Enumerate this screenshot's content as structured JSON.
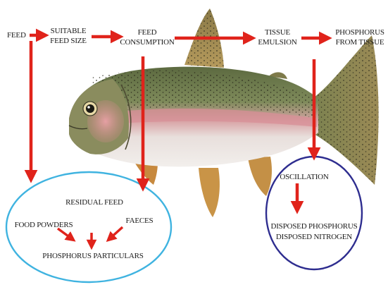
{
  "labels": {
    "feed": "FEED",
    "suitable_feed_size": "SUITABLE\nFEED SIZE",
    "feed_consumption": "FEED\nCONSUMPTION",
    "tissue_emulsion": "TISSUE\nEMULSION",
    "phosphorus_from_tissue": "PHOSPHORUS\nFROM TISSUE",
    "residual_feed": "RESIDUAL FEED",
    "food_powders": "FOOD POWDERS",
    "faeces": "FAECES",
    "phosphorus_particulars": "PHOSPHORUS PARTICULARS",
    "oscillation": "OSCILLATION",
    "disposed_phosphorus": "DISPOSED PHOSPHORUS",
    "disposed_nitrogen": "DISPOSED NITROGEN"
  },
  "colors": {
    "arrow": "#e0231b",
    "left_ellipse": "#3fb3e0",
    "right_ellipse": "#2e2d8f",
    "text": "#1a1a1a"
  }
}
